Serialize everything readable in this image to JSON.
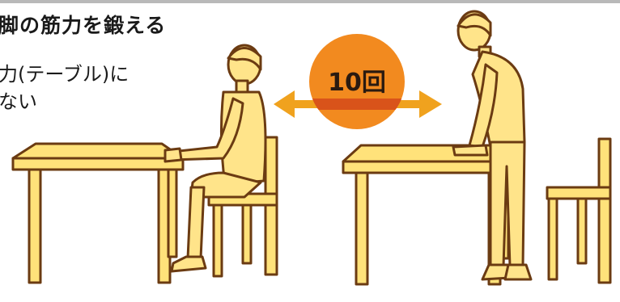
{
  "heading": "脚の筋力を鍛える",
  "instruction_line1": "力(テーブル)に",
  "instruction_line2": "ない",
  "repetition": {
    "label": "10回",
    "circle_color": "#f28a1f",
    "band_color": "#d9531a"
  },
  "colors": {
    "furniture_fill": "#ffe27a",
    "furniture_outline": "#6b3b12",
    "skin_fill": "#ffe48a",
    "arrow_color": "#f0a21e"
  }
}
